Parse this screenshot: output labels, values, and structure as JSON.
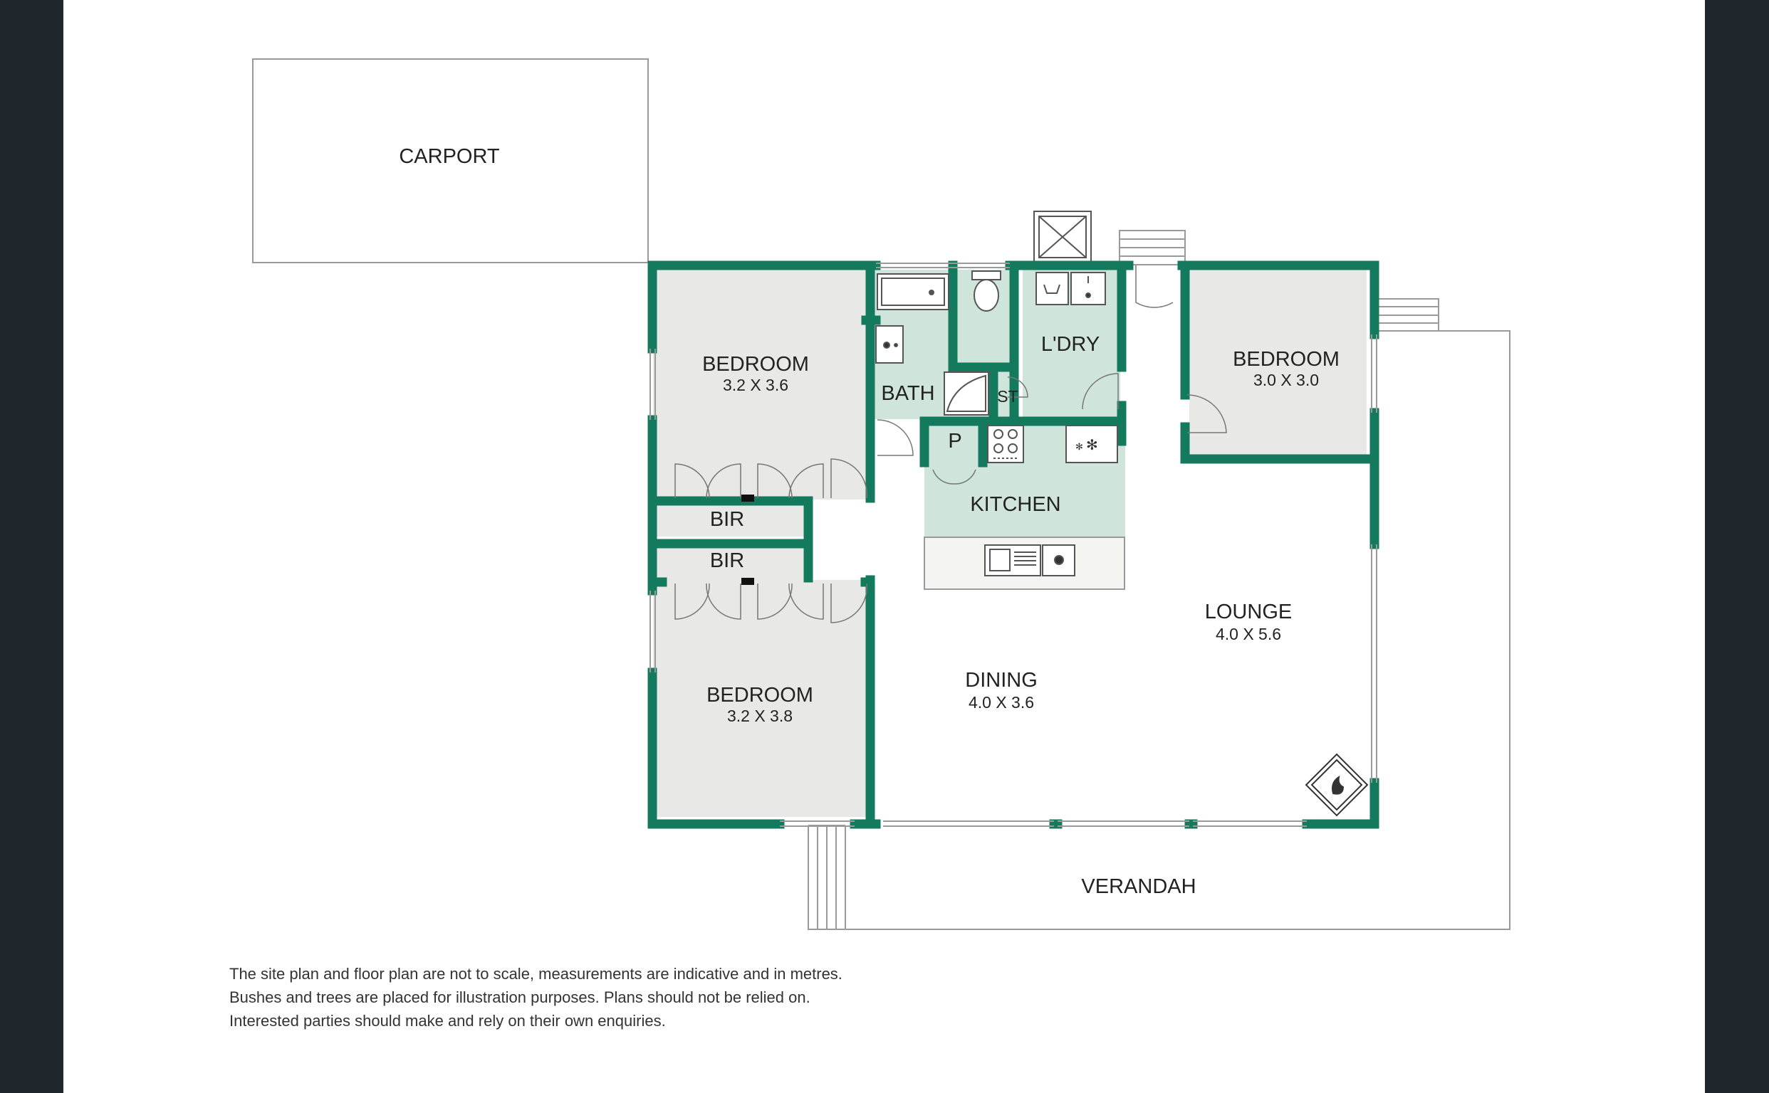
{
  "colors": {
    "background": "#1f272d",
    "sheet": "#ffffff",
    "wall": "#137a5e",
    "room_grey": "#e8e8e6",
    "wet_area": "#cfe4db",
    "outline": "#9a9a9a"
  },
  "rooms": {
    "carport": {
      "name": "CARPORT"
    },
    "bedroom_1": {
      "name": "BEDROOM",
      "size": "3.2 X 3.6"
    },
    "bedroom_2": {
      "name": "BEDROOM",
      "size": "3.2 X 3.8"
    },
    "bedroom_3": {
      "name": "BEDROOM",
      "size": "3.0 X 3.0"
    },
    "bir_1": {
      "name": "BIR"
    },
    "bir_2": {
      "name": "BIR"
    },
    "bath": {
      "name": "BATH"
    },
    "laundry": {
      "name": "L'DRY"
    },
    "store": {
      "name": "ST"
    },
    "pantry": {
      "name": "P"
    },
    "kitchen": {
      "name": "KITCHEN"
    },
    "dining": {
      "name": "DINING",
      "size": "4.0 X 3.6"
    },
    "lounge": {
      "name": "LOUNGE",
      "size": "4.0 X 5.6"
    },
    "verandah": {
      "name": "VERANDAH"
    }
  },
  "icons": [
    "bathtub-icon",
    "toilet-icon",
    "vanity-icon",
    "shower-icon",
    "laundry-tub-icon",
    "washing-machine-icon",
    "cooktop-icon",
    "fridge-icon",
    "sink-icon",
    "dishwasher-icon",
    "fireplace-icon",
    "hot-water-unit-icon"
  ],
  "disclaimer": {
    "line1": "The site plan and floor plan are not to scale, measurements are indicative and in metres.",
    "line2": "Bushes and trees are placed for illustration purposes. Plans should not be relied on.",
    "line3": "Interested parties should make and rely on their own enquiries."
  }
}
